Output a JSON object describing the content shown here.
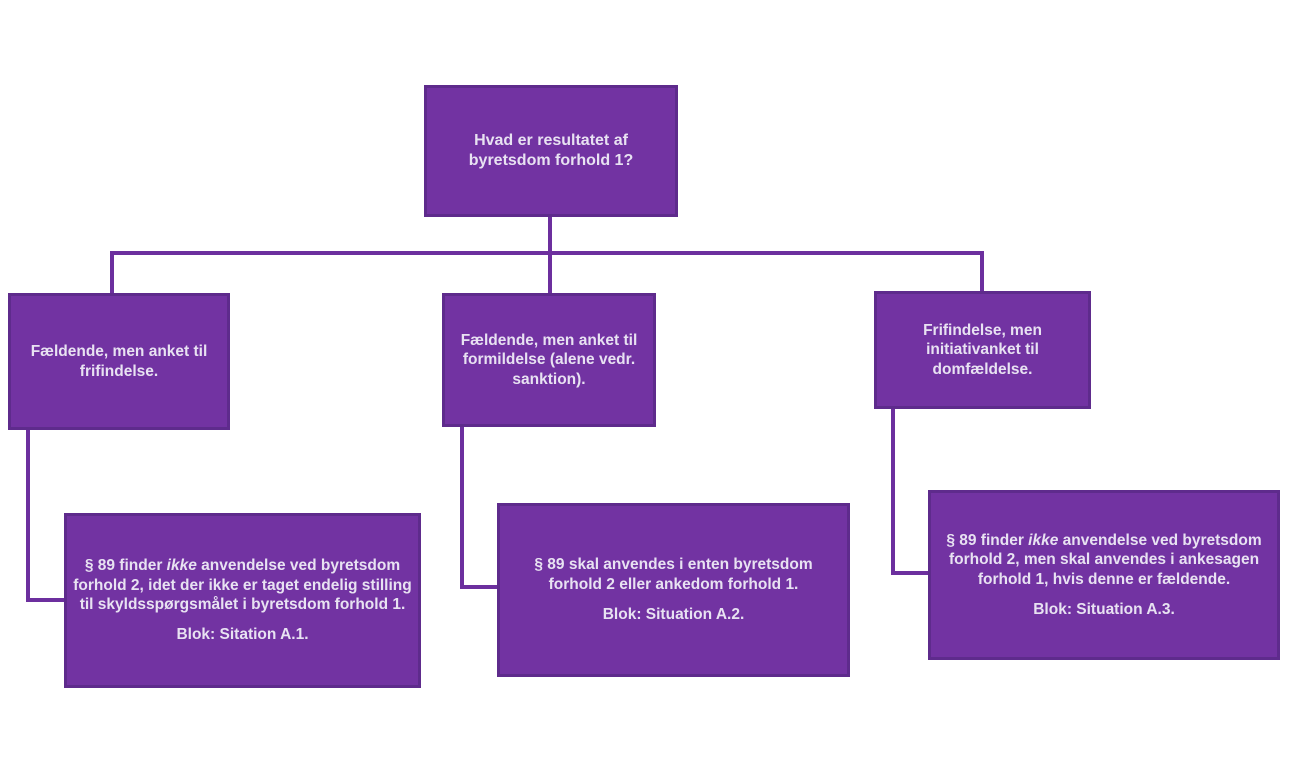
{
  "diagram": {
    "root_question": "Hvad er resultatet af byretsdom forhold 1?",
    "colors": {
      "node_fill": "#7233A2",
      "node_border": "#5E2B8C",
      "connector": "#6C2F9E",
      "text": "#E8E2F2",
      "background": "#FFFFFF"
    },
    "branches": [
      {
        "condition": "Fældende, men anket til frifindelse.",
        "outcome_pre": "§ 89 finder ",
        "outcome_italic": "ikke",
        "outcome_post": " anvendelse ved byretsdom forhold 2, idet der ikke er taget endelig stilling til skyldsspørgsmålet i byretsdom forhold 1.",
        "blok": "Blok: Sitation A.1."
      },
      {
        "condition": "Fældende, men anket til formildelse (alene vedr. sanktion).",
        "outcome_pre": "§ 89 skal anvendes i enten byretsdom forhold 2 eller ankedom forhold 1.",
        "outcome_italic": "",
        "outcome_post": "",
        "blok": "Blok: Situation A.2."
      },
      {
        "condition": "Frifindelse, men initiativanket til domfældelse.",
        "outcome_pre": "§ 89 finder ",
        "outcome_italic": "ikke",
        "outcome_post": " anvendelse ved byretsdom forhold 2, men skal anvendes i ankesagen forhold 1, hvis denne er fældende.",
        "blok": "Blok: Situation A.3."
      }
    ]
  }
}
